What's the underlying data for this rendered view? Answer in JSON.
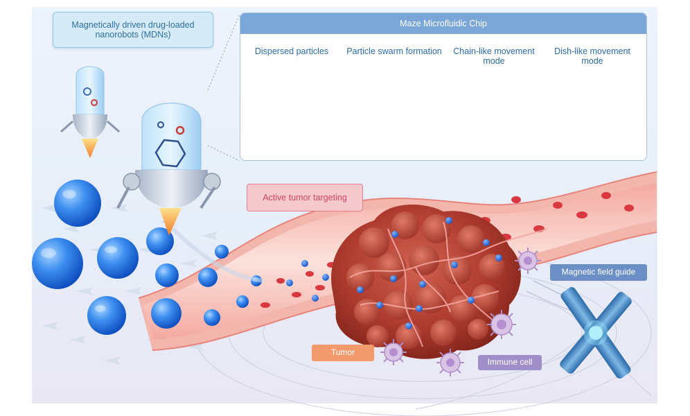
{
  "labels": {
    "mdn": "Magnetically driven drug-loaded nanorobots (MDNs)",
    "chip_title": "Maze Microfluidic Chip",
    "stages": [
      "Dispersed particles",
      "Particle swarm formation",
      "Chain-like movement mode",
      "Dish-like movement mode"
    ],
    "active_targeting": "Active tumor targeting",
    "magnetic_guide": "Magnetic field guide",
    "tumor": "Tumor",
    "immune_cell": "Immune cell"
  },
  "colors": {
    "particle_blue": "#2f6fd6",
    "vessel_red": "#e0504f",
    "tumor_red": "#a9342b",
    "chip_header": "#7ba6d8",
    "magnet_blue": "#3f82c4",
    "immune_purple": "#c7a8d9"
  },
  "icons": [
    "nanorobot-icon",
    "magnet-icon",
    "immune-cell-icon",
    "arrow-icon"
  ]
}
